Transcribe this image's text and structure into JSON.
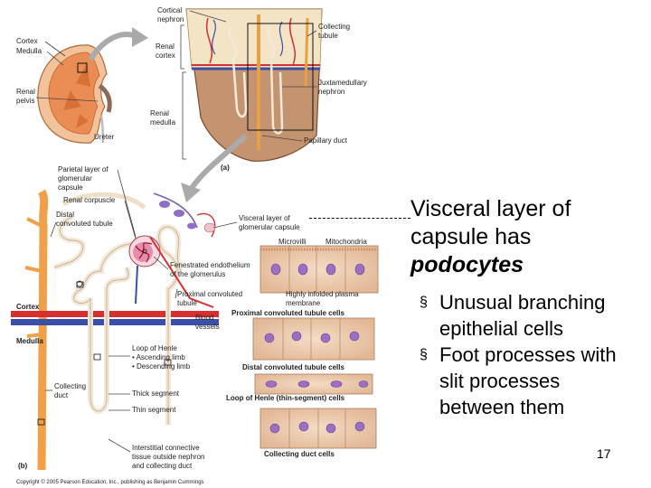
{
  "figure": {
    "kidney": {
      "cortex": "Cortex",
      "medulla": "Medulla",
      "renal_pelvis": [
        "Renal",
        "pelvis"
      ],
      "ureter": "Ureter"
    },
    "panel_a": {
      "cortical_nephron": [
        "Cortical",
        "nephron"
      ],
      "renal_cortex": [
        "Renal",
        "cortex"
      ],
      "renal_medulla": [
        "Renal",
        "medulla"
      ],
      "collecting_tubule": [
        "Collecting",
        "tubule"
      ],
      "juxtamedullary_nephron": [
        "Juxtamedullary",
        "nephron"
      ],
      "papillary_duct": "Papillary duct",
      "panel_letter": "(a)"
    },
    "panel_b": {
      "parietal_layer": [
        "Parietal layer of",
        "glomerular",
        "capsule"
      ],
      "renal_corpuscle": "Renal corpuscle",
      "distal_convoluted_tubule": [
        "Distal",
        "convoluted tubule"
      ],
      "visceral_layer": [
        "Visceral layer of",
        "glomerular capsule"
      ],
      "microvilli": "Microvilli",
      "mitochondria": "Mitochondria",
      "fenestrated": [
        "Fenestrated endothelium",
        "of the glomerulus"
      ],
      "proximal_convoluted_tubule": [
        "Proximal convoluted",
        "tubule"
      ],
      "highly_infolded": [
        "Highly infolded plasma",
        "membrane"
      ],
      "pct_cells": "Proximal convoluted tubule cells",
      "cortex": "Cortex",
      "blood_vessels": [
        "Blood",
        "vessels"
      ],
      "medulla": "Medulla",
      "loop_of_henle": [
        "Loop of Henle",
        "• Ascending limb",
        "• Descending limb"
      ],
      "dct_cells": "Distal convoluted tubule cells",
      "collecting_duct": [
        "Collecting",
        "duct"
      ],
      "thick_segment": "Thick segment",
      "henle_cells": "Loop of Henle (thin-segment) cells",
      "thin_segment": "Thin segment",
      "interstitial": [
        "Interstitial connective",
        "tissue outside nephron",
        "and collecting duct"
      ],
      "collecting_duct_cells": "Collecting duct cells",
      "panel_letter": "(b)"
    },
    "copyright": "Copyright © 2005 Pearson Education, Inc., publishing as Benjamin Cummings"
  },
  "callout": {
    "line1": "Visceral layer of",
    "line2": "capsule has",
    "line3": "podocytes"
  },
  "bullets": [
    {
      "marker": "§",
      "line1": "Unusual branching",
      "line2": "epithelial cells"
    },
    {
      "marker": "§",
      "line1": "Foot processes with",
      "line2": "slit processes",
      "line3": "between them"
    }
  ],
  "page_number": "17"
}
